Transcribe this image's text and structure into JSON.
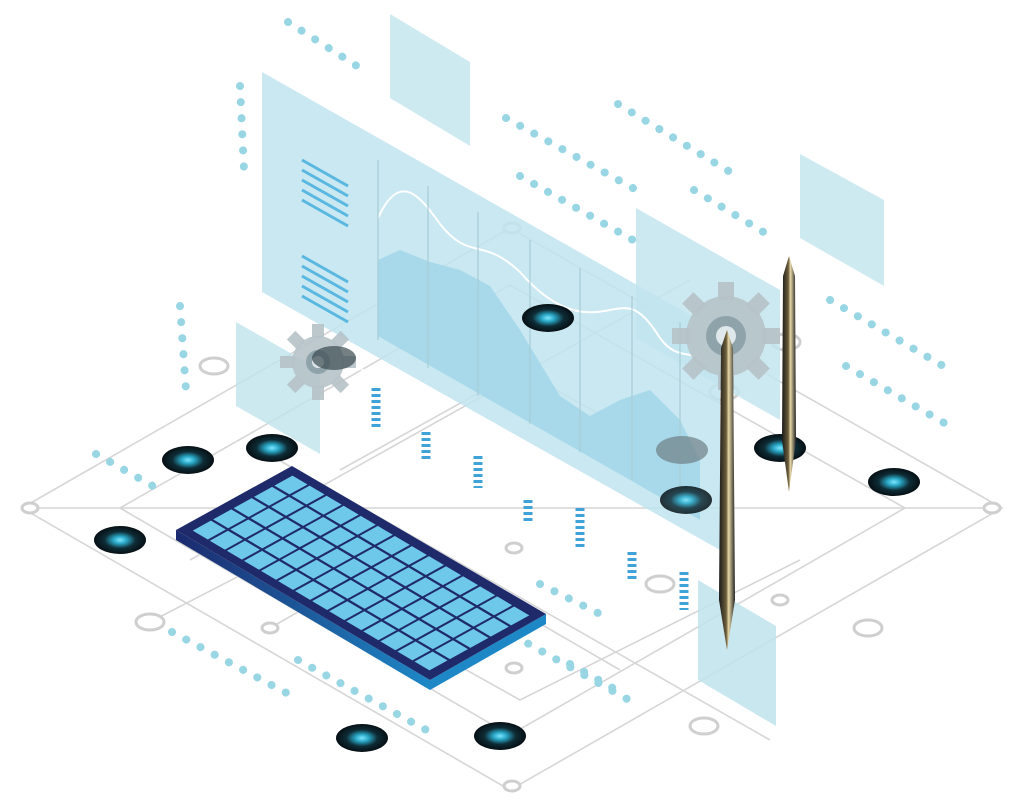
{
  "illustration": {
    "subject": "isometric-computer-interface",
    "elements": [
      "keyboard",
      "floating-screen-panel",
      "line-graph",
      "gear-icon",
      "stylus-pen",
      "circuit-nodes",
      "dotted-lines"
    ]
  },
  "colors": {
    "panel_fill": "#bfe3ec",
    "panel_fill_alt": "#a9d9e8",
    "panel_edge": "#d9f0f6",
    "graph_area": "#8fcde6",
    "bar_fill": "#3fa3d8",
    "grid_line": "#d5d5d5",
    "dot": "#8fd1e0",
    "keyboard_frame": "#1f2a6b",
    "keyboard_key": "#6ec8ea",
    "node_dark": "#0c1f28",
    "node_glow": "#43c7e8",
    "gear": "#b9c4c8",
    "pen_dark": "#1b1b1b",
    "pen_gold": "#d9c48a"
  }
}
